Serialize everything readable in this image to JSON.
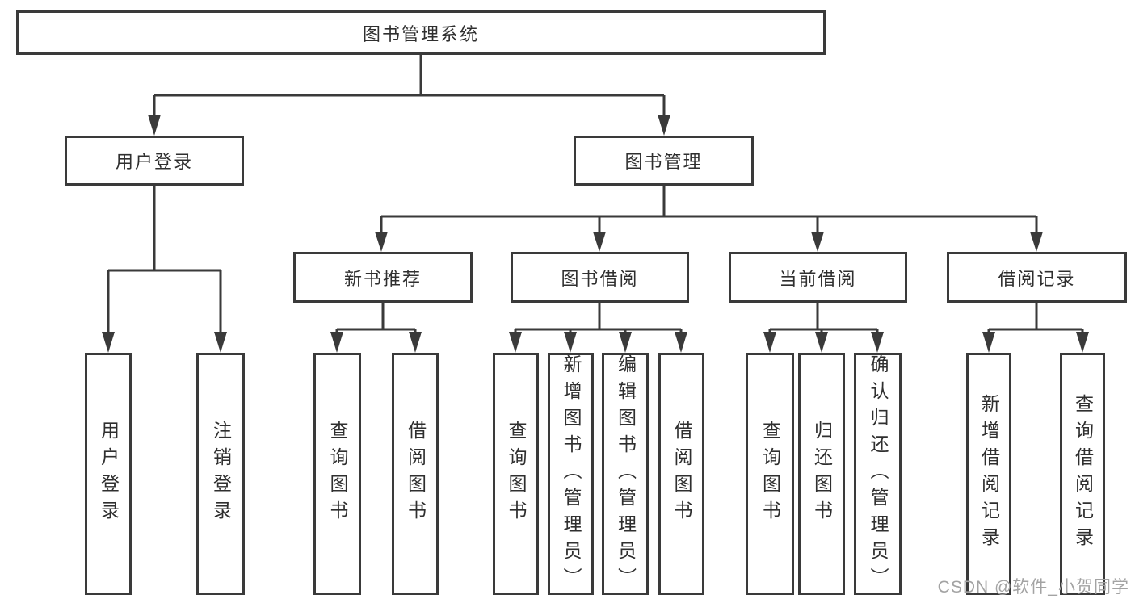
{
  "diagram": {
    "root": "图书管理系统",
    "level2": [
      "用户登录",
      "图书管理"
    ],
    "level3": [
      "新书推荐",
      "图书借阅",
      "当前借阅",
      "借阅记录"
    ],
    "leaves": {
      "user_login": [
        "用户登录",
        "注销登录"
      ],
      "new_book_recommend": [
        "查询图书",
        "借阅图书"
      ],
      "book_borrow": [
        "查询图书",
        "新增图书（管理员）",
        "编辑图书（管理员）",
        "借阅图书"
      ],
      "current_borrow": [
        "查询图书",
        "归还图书",
        "确认归还（管理员）"
      ],
      "borrow_records": [
        "新增借阅记录",
        "查询借阅记录"
      ]
    }
  },
  "watermark": "CSDN @软件_小贺同学",
  "colors": {
    "line": "#3a3a3a",
    "text": "#2f2f2f",
    "background": "#ffffff",
    "watermark": "#a3a3a3"
  }
}
